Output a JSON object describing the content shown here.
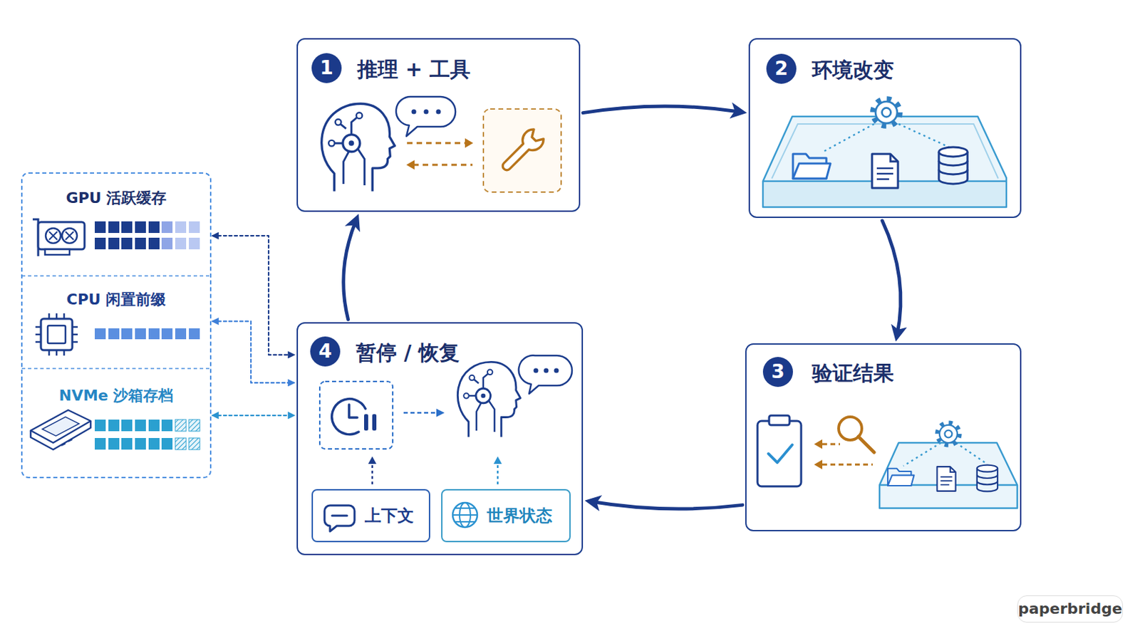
{
  "diagram": {
    "nodes": [
      {
        "text": [
          "推理 + 工具"
        ]
      },
      {
        "text": [
          "环境改变"
        ]
      },
      {
        "text": [
          "验证结果"
        ]
      },
      {
        "text": [
          "暂停 / 恢复"
        ]
      },
      {
        "text": [
          "上下文"
        ],
        "in": 3
      },
      {
        "text": [
          "世界状态"
        ],
        "in": 3
      },
      {
        "text": [
          "GPU 活跃缓存"
        ]
      },
      {
        "text": [
          "CPU 闲置前缀"
        ]
      },
      {
        "text": [
          "NVMe 沙箱存档"
        ]
      }
    ],
    "edges": [
      {
        "from": 0,
        "to": 1,
        "arrow": "to"
      },
      {
        "from": 1,
        "to": 2,
        "arrow": "to"
      },
      {
        "from": 2,
        "to": 3,
        "arrow": "to"
      },
      {
        "from": 3,
        "to": 0,
        "arrow": "to"
      },
      {
        "from": 6,
        "to": 3,
        "arrow": "both"
      },
      {
        "from": 7,
        "to": 3,
        "arrow": "both"
      },
      {
        "from": 8,
        "to": 3,
        "arrow": "both"
      }
    ],
    "labels": [
      "1",
      "2",
      "3",
      "4",
      "paperbridge"
    ]
  }
}
